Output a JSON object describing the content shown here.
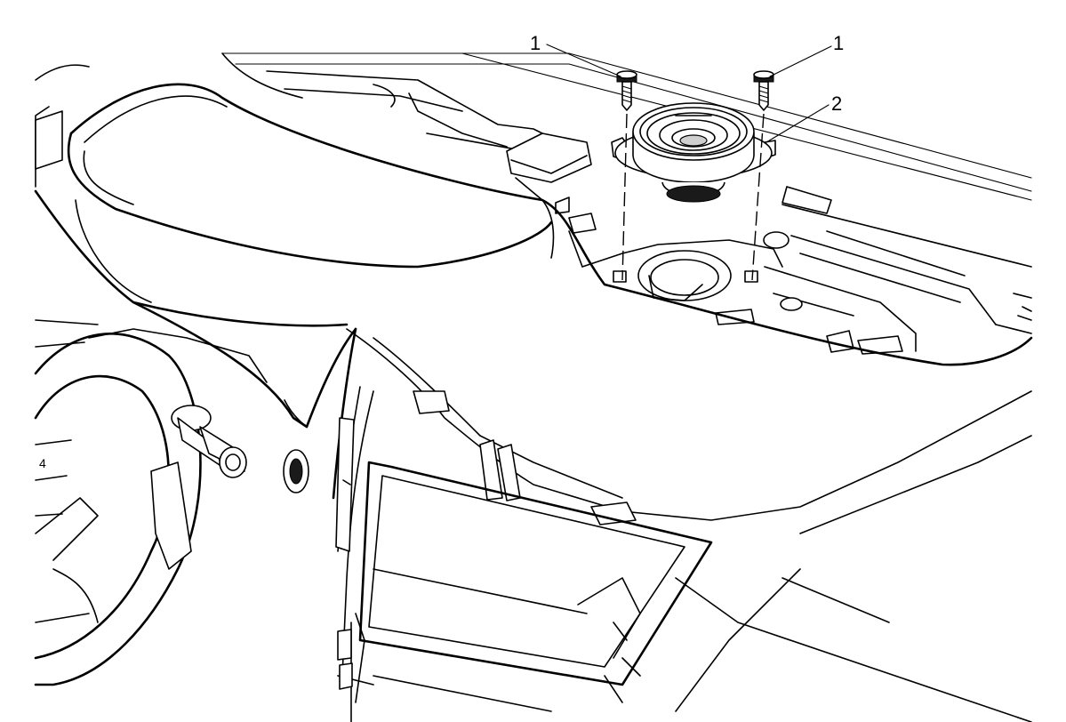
{
  "callouts": {
    "label_1_left": "1",
    "label_1_right": "1",
    "label_2": "2"
  }
}
